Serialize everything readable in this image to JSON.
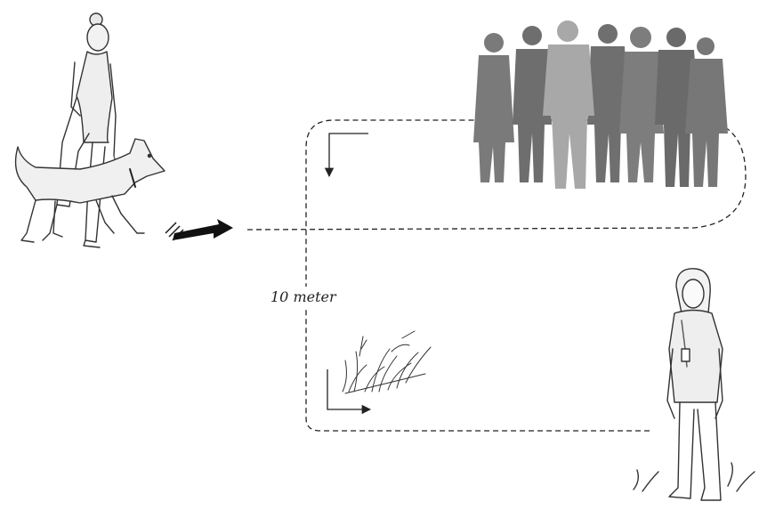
{
  "diagram": {
    "distance_label": "10 meter",
    "colors": {
      "path": "#222222",
      "crowd_dark": "#6e6e6e",
      "crowd_mid": "#7d7d7d",
      "crowd_light": "#a8a8a8",
      "sketch": "#333333"
    },
    "icons": [
      "walker-with-dog",
      "motion-arrow",
      "crowd",
      "grass",
      "person-waiting"
    ]
  }
}
